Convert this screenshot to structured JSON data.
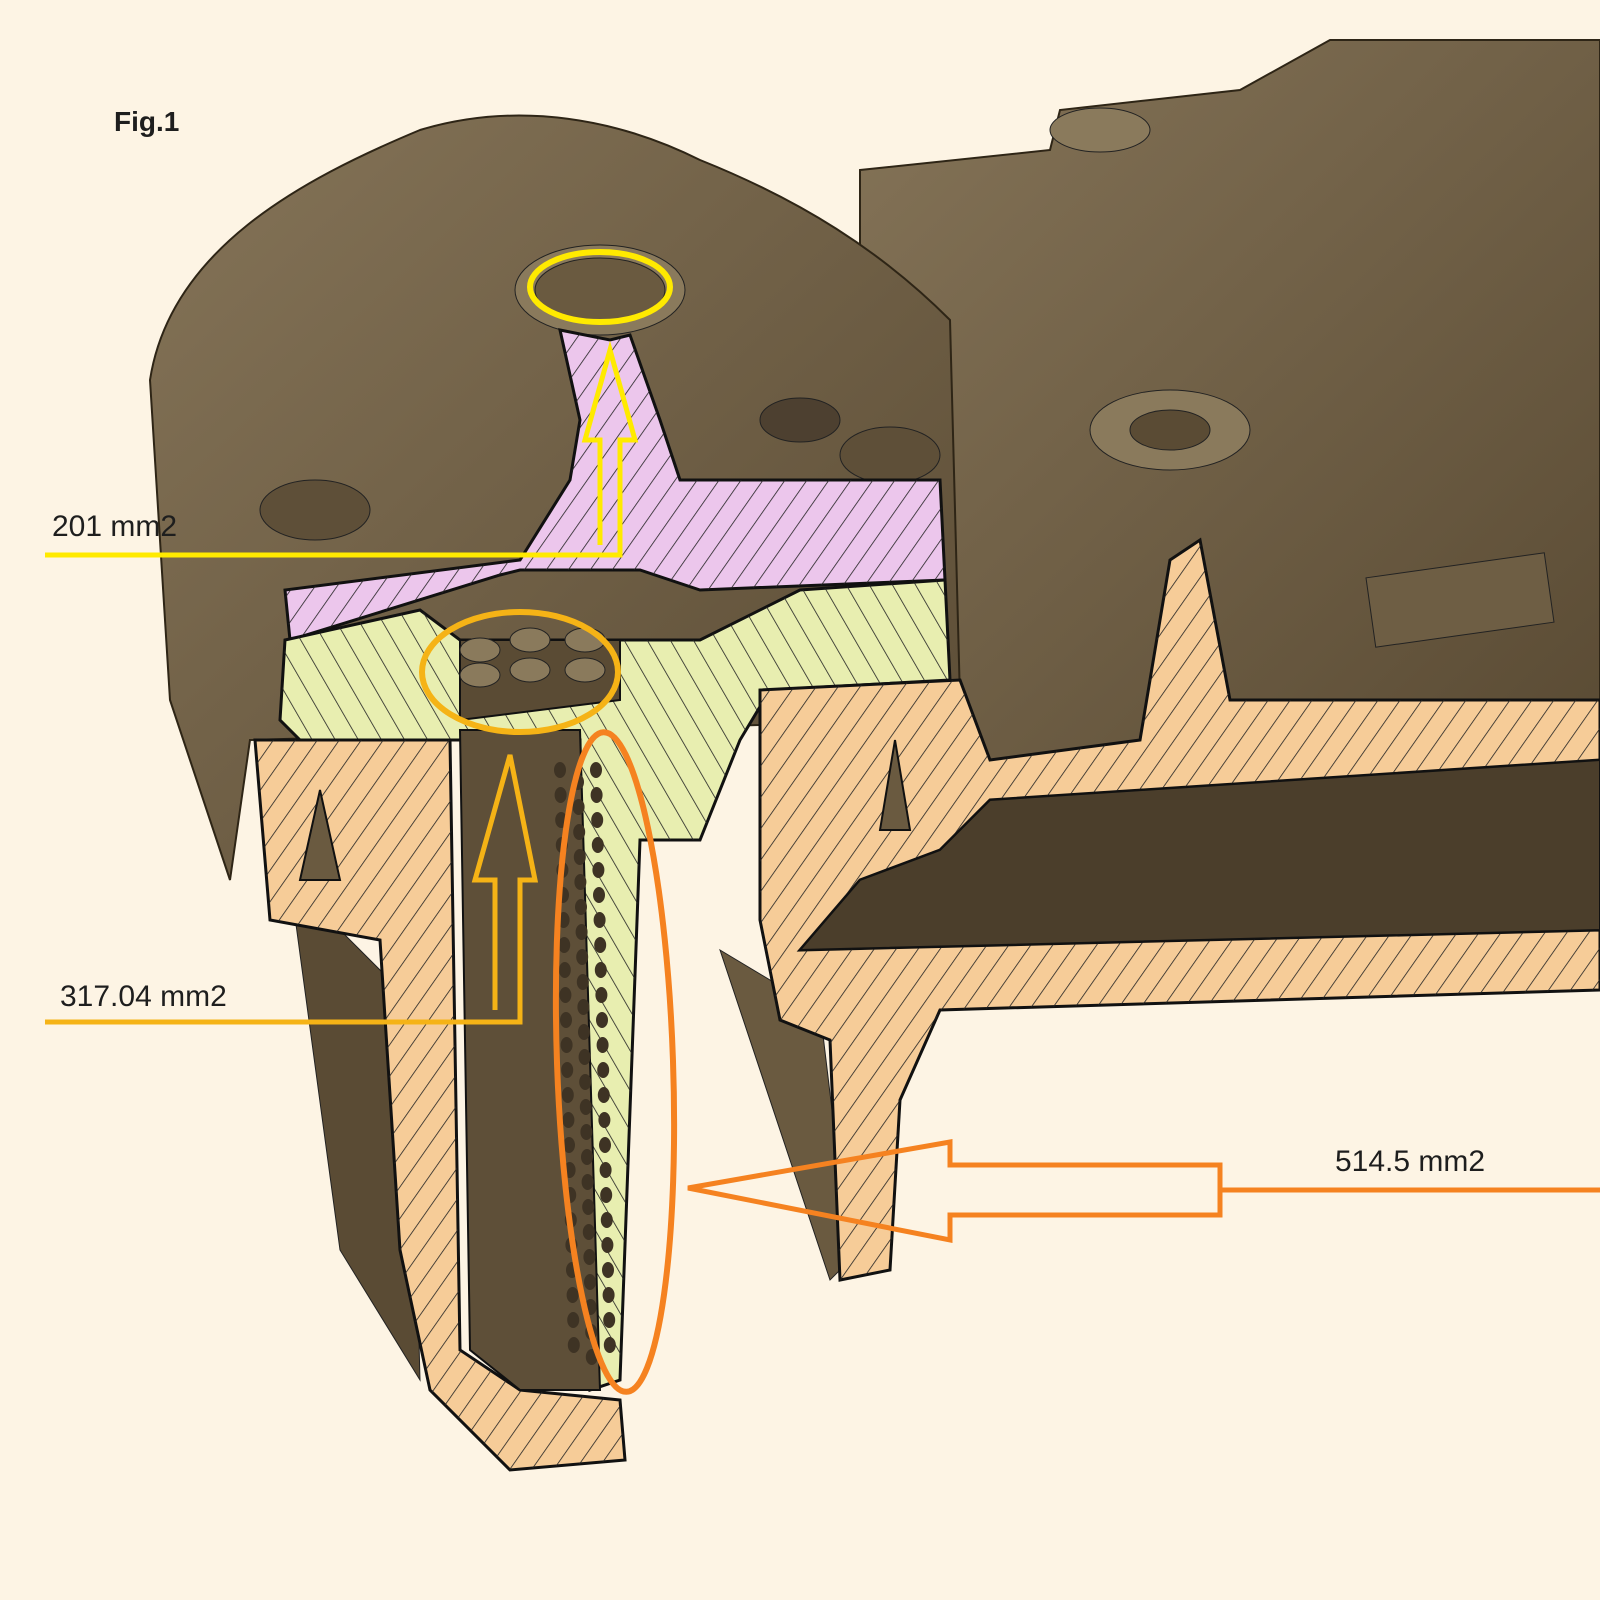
{
  "figure_label": "Fig.1",
  "annotations": [
    {
      "text": "201 mm2",
      "color": "#ffea00"
    },
    {
      "text": "317.04 mm2",
      "color": "#f5b316"
    },
    {
      "text": "514.5 mm2",
      "color": "#f58220"
    }
  ],
  "colors": {
    "background": "#fdf4e4",
    "body": "#6e5e44",
    "section_pink": "#ecc6ec",
    "section_green": "#e8eeb0",
    "section_peach": "#f6cc98"
  }
}
